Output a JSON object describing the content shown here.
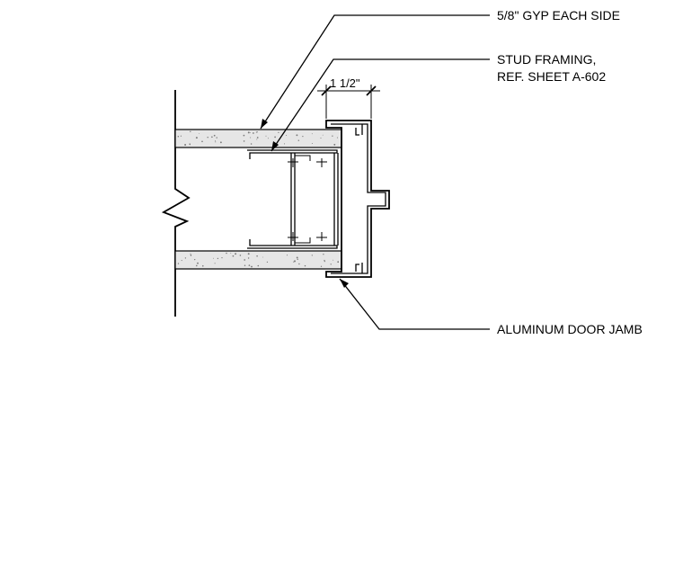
{
  "callouts": {
    "gyp": "5/8\" GYP EACH SIDE",
    "stud_line1": "STUD FRAMING,",
    "stud_line2": "REF. SHEET A-602",
    "jamb": "ALUMINUM DOOR JAMB"
  },
  "dimension": {
    "jamb_face": "1 1/2\""
  }
}
